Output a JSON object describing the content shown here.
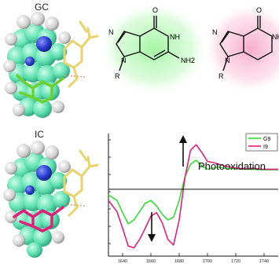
{
  "panels": {
    "top_label": "GC",
    "bottom_label": "IC"
  },
  "structures": {
    "guanine": {
      "atoms": [
        "N",
        "NH",
        "NH2",
        "N",
        "O",
        "R"
      ],
      "glow_color": "#9ef59e"
    },
    "inosine": {
      "atoms": [
        "N",
        "NH",
        "N",
        "O",
        "R"
      ],
      "glow_color": "#f7a8c4"
    }
  },
  "annotation": {
    "photooxidation": "Photooxidation"
  },
  "colors": {
    "G9": "#33dd33",
    "I9": "#e0207a",
    "sphere_main": "#5fe0b0",
    "sphere_white": "#d8d8d8",
    "sphere_blue": "#2c3fd0",
    "stick_yellow": "#e8d36a"
  },
  "chart_data": {
    "type": "line",
    "title": "",
    "xlabel": "",
    "ylabel": "",
    "xlim": [
      1630,
      1750
    ],
    "ylim": [
      -1.2,
      1.0
    ],
    "xticks": [
      1640,
      1660,
      1680,
      1700,
      1720,
      1740
    ],
    "xtick_labels": [
      "1640",
      "1660",
      "1680",
      "1700",
      "1720",
      "1740"
    ],
    "legend_position": "top-right",
    "series": [
      {
        "name": "G9",
        "color": "#33dd33",
        "x": [
          1630,
          1636,
          1640,
          1644,
          1648,
          1652,
          1656,
          1660,
          1664,
          1668,
          1672,
          1676,
          1680,
          1684,
          1688,
          1692,
          1696,
          1700,
          1704,
          1708,
          1712,
          1716,
          1720,
          1726,
          1732,
          1738,
          1744,
          1750
        ],
        "y": [
          -0.1,
          -0.2,
          -0.42,
          -0.62,
          -0.55,
          -0.4,
          -0.25,
          -0.2,
          -0.3,
          -0.45,
          -0.55,
          -0.5,
          -0.2,
          0.22,
          0.45,
          0.52,
          0.42,
          0.36,
          0.38,
          0.4,
          0.38,
          0.37,
          0.37,
          0.36,
          0.36,
          0.35,
          0.35,
          0.35
        ]
      },
      {
        "name": "I9",
        "color": "#e0207a",
        "x": [
          1630,
          1636,
          1640,
          1644,
          1648,
          1652,
          1656,
          1660,
          1664,
          1668,
          1672,
          1676,
          1680,
          1684,
          1688,
          1692,
          1696,
          1700,
          1704,
          1708,
          1712,
          1716,
          1720,
          1726,
          1732,
          1738,
          1744,
          1750
        ],
        "y": [
          -0.2,
          -0.4,
          -0.7,
          -1.02,
          -1.05,
          -0.9,
          -0.7,
          -0.48,
          -0.42,
          -0.6,
          -0.9,
          -1.0,
          -0.55,
          0.2,
          0.7,
          0.8,
          0.66,
          0.5,
          0.48,
          0.45,
          0.42,
          0.4,
          0.38,
          0.37,
          0.38,
          0.36,
          0.36,
          0.36
        ]
      }
    ]
  }
}
